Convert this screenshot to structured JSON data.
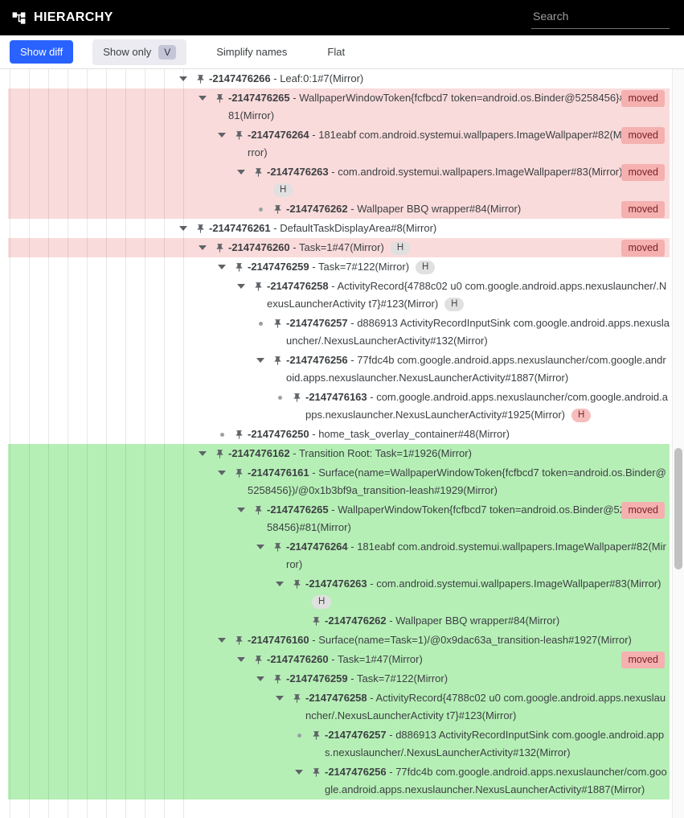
{
  "colors": {
    "accent": "#2962ff",
    "removed_bg": "#fadbdb",
    "added_bg": "#b6efb6",
    "moved_bg": "#f5b0b0",
    "moved_fg": "#7c2222",
    "chip_gray": "#e0e0e0",
    "chip_gray_fg": "#454545",
    "chip_red": "#f6bdbd",
    "chip_red_fg": "#7c2929"
  },
  "header": {
    "title": "HIERARCHY",
    "search_placeholder": "Search"
  },
  "toolbar": {
    "show_diff": "Show diff",
    "show_only": "Show only",
    "show_only_badge": "V",
    "simplify_names": "Simplify names",
    "flat": "Flat"
  },
  "tree": {
    "separator": " - ",
    "moved_label": "moved",
    "rows": [
      {
        "id": "-2147476266",
        "label": "Leaf:0:1#7(Mirror)",
        "depth": 9,
        "marker": "expanded",
        "state": "none",
        "chips": [],
        "moved": false
      },
      {
        "id": "-2147476265",
        "label": "WallpaperWindowToken{fcfbcd7 token=android.os.Binder@5258456}#81(Mirror)",
        "depth": 10,
        "marker": "expanded",
        "state": "removed",
        "chips": [],
        "moved": true
      },
      {
        "id": "-2147476264",
        "label": "181eabf com.android.systemui.wallpapers.ImageWallpaper#82(Mirror)",
        "depth": 11,
        "marker": "expanded",
        "state": "removed",
        "chips": [],
        "moved": true
      },
      {
        "id": "-2147476263",
        "label": "com.android.systemui.wallpapers.ImageWallpaper#83(Mirror)",
        "depth": 12,
        "marker": "expanded",
        "state": "removed",
        "chips": [
          {
            "text": "H",
            "type": "gray"
          }
        ],
        "moved": true
      },
      {
        "id": "-2147476262",
        "label": "Wallpaper BBQ wrapper#84(Mirror)",
        "depth": 13,
        "marker": "leaf",
        "state": "removed",
        "chips": [],
        "moved": true
      },
      {
        "id": "-2147476261",
        "label": "DefaultTaskDisplayArea#8(Mirror)",
        "depth": 9,
        "marker": "expanded",
        "state": "none",
        "chips": [],
        "moved": false
      },
      {
        "id": "-2147476260",
        "label": "Task=1#47(Mirror)",
        "depth": 10,
        "marker": "expanded",
        "state": "removed",
        "chips": [
          {
            "text": "H",
            "type": "gray"
          }
        ],
        "moved": true
      },
      {
        "id": "-2147476259",
        "label": "Task=7#122(Mirror)",
        "depth": 11,
        "marker": "expanded",
        "state": "none",
        "chips": [
          {
            "text": "H",
            "type": "gray"
          }
        ],
        "moved": false
      },
      {
        "id": "-2147476258",
        "label": "ActivityRecord{4788c02 u0 com.google.android.apps.nexuslauncher/.NexusLauncherActivity t7}#123(Mirror)",
        "depth": 12,
        "marker": "expanded",
        "state": "none",
        "chips": [
          {
            "text": "H",
            "type": "gray"
          }
        ],
        "moved": false
      },
      {
        "id": "-2147476257",
        "label": "d886913 ActivityRecordInputSink com.google.android.apps.nexuslauncher/.NexusLauncherActivity#132(Mirror)",
        "depth": 13,
        "marker": "leaf",
        "state": "none",
        "chips": [],
        "moved": false
      },
      {
        "id": "-2147476256",
        "label": "77fdc4b com.google.android.apps.nexuslauncher/com.google.android.apps.nexuslauncher.NexusLauncherActivity#1887(Mirror)",
        "depth": 13,
        "marker": "expanded",
        "state": "none",
        "chips": [],
        "moved": false
      },
      {
        "id": "-2147476163",
        "label": "com.google.android.apps.nexuslauncher/com.google.android.apps.nexuslauncher.NexusLauncherActivity#1925(Mirror)",
        "depth": 14,
        "marker": "leaf",
        "state": "none",
        "chips": [
          {
            "text": "H",
            "type": "red"
          }
        ],
        "moved": false
      },
      {
        "id": "-2147476250",
        "label": "home_task_overlay_container#48(Mirror)",
        "depth": 11,
        "marker": "leaf",
        "state": "none",
        "chips": [],
        "moved": false
      },
      {
        "id": "-2147476162",
        "label": "Transition Root: Task=1#1926(Mirror)",
        "depth": 10,
        "marker": "expanded",
        "state": "added",
        "chips": [],
        "moved": false
      },
      {
        "id": "-2147476161",
        "label": "Surface(name=WallpaperWindowToken{fcfbcd7 token=android.os.Binder@5258456})/@0x1b3bf9a_transition-leash#1929(Mirror)",
        "depth": 11,
        "marker": "expanded",
        "state": "added",
        "chips": [],
        "moved": false
      },
      {
        "id": "-2147476265",
        "label": "WallpaperWindowToken{fcfbcd7 token=android.os.Binder@5258456}#81(Mirror)",
        "depth": 12,
        "marker": "expanded",
        "state": "added",
        "chips": [],
        "moved": true
      },
      {
        "id": "-2147476264",
        "label": "181eabf com.android.systemui.wallpapers.ImageWallpaper#82(Mirror)",
        "depth": 13,
        "marker": "expanded",
        "state": "added",
        "chips": [],
        "moved": false
      },
      {
        "id": "-2147476263",
        "label": "com.android.systemui.wallpapers.ImageWallpaper#83(Mirror)",
        "depth": 14,
        "marker": "expanded",
        "state": "added",
        "chips": [
          {
            "text": "H",
            "type": "gray"
          }
        ],
        "moved": false
      },
      {
        "id": "-2147476262",
        "label": "Wallpaper BBQ wrapper#84(Mirror)",
        "depth": 15,
        "marker": "none",
        "state": "added",
        "chips": [],
        "moved": false
      },
      {
        "id": "-2147476160",
        "label": "Surface(name=Task=1)/@0x9dac63a_transition-leash#1927(Mirror)",
        "depth": 11,
        "marker": "expanded",
        "state": "added",
        "chips": [],
        "moved": false
      },
      {
        "id": "-2147476260",
        "label": "Task=1#47(Mirror)",
        "depth": 12,
        "marker": "expanded",
        "state": "added",
        "chips": [],
        "moved": true
      },
      {
        "id": "-2147476259",
        "label": "Task=7#122(Mirror)",
        "depth": 13,
        "marker": "expanded",
        "state": "added",
        "chips": [],
        "moved": false
      },
      {
        "id": "-2147476258",
        "label": "ActivityRecord{4788c02 u0 com.google.android.apps.nexuslauncher/.NexusLauncherActivity t7}#123(Mirror)",
        "depth": 14,
        "marker": "expanded",
        "state": "added",
        "chips": [],
        "moved": false
      },
      {
        "id": "-2147476257",
        "label": "d886913 ActivityRecordInputSink com.google.android.apps.nexuslauncher/.NexusLauncherActivity#132(Mirror)",
        "depth": 15,
        "marker": "leaf",
        "state": "added",
        "chips": [],
        "moved": false
      },
      {
        "id": "-2147476256",
        "label": "77fdc4b com.google.android.apps.nexuslauncher/com.google.android.apps.nexuslauncher.NexusLauncherActivity#1887(Mirror)",
        "depth": 15,
        "marker": "expanded",
        "state": "added",
        "chips": [],
        "moved": false
      }
    ]
  }
}
